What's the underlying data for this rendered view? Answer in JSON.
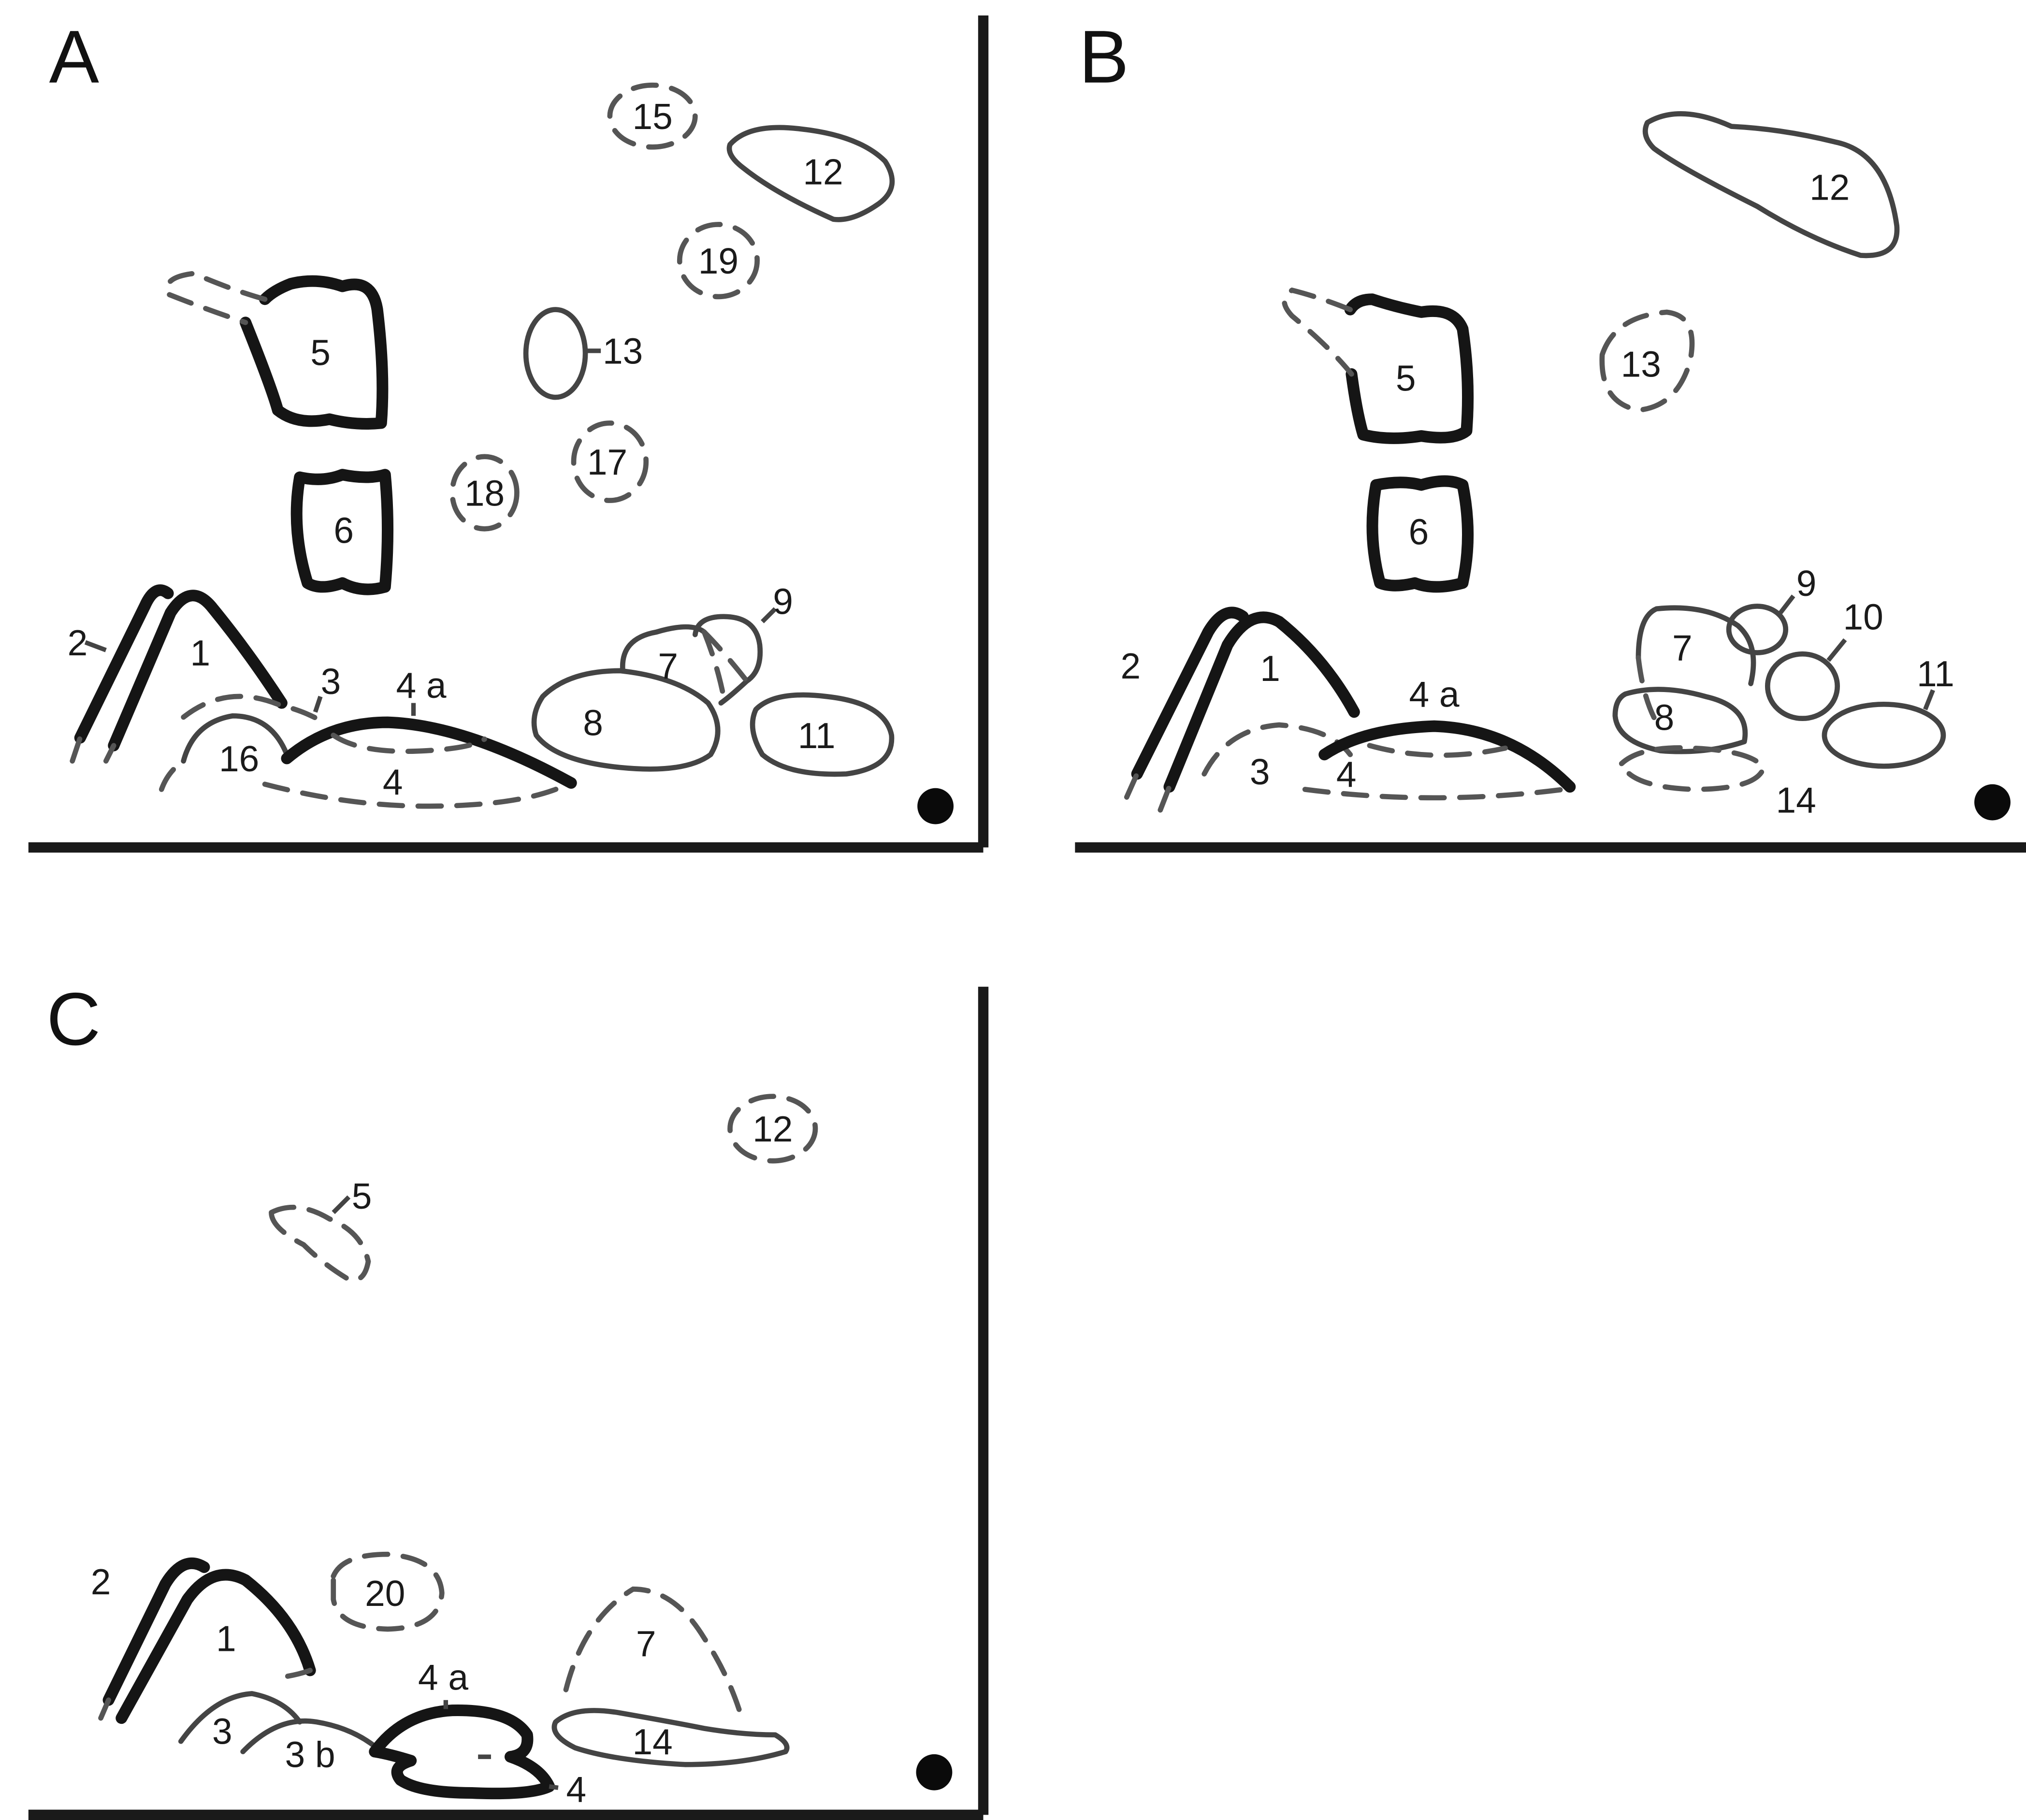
{
  "panels": [
    {
      "letter": "A",
      "labels": {
        "l1": "1",
        "l2": "2",
        "l3": "3",
        "l4": "4",
        "l4a": "4 a",
        "l5": "5",
        "l6": "6",
        "l7": "7",
        "l8": "8",
        "l9": "9",
        "l11": "11",
        "l12": "12",
        "l13": "13",
        "l15": "15",
        "l16": "16",
        "l17": "17",
        "l18": "18",
        "l19": "19"
      }
    },
    {
      "letter": "B",
      "labels": {
        "l1": "1",
        "l2": "2",
        "l3": "3",
        "l4": "4",
        "l4a": "4 a",
        "l5": "5",
        "l6": "6",
        "l7": "7",
        "l8": "8",
        "l9": "9",
        "l10": "10",
        "l11": "11",
        "l12": "12",
        "l13": "13",
        "l14": "14"
      }
    },
    {
      "letter": "C",
      "labels": {
        "l1": "1",
        "l2": "2",
        "l3": "3",
        "l3b": "3 b",
        "l4": "4",
        "l4a": "4 a",
        "l5": "5",
        "l7": "7",
        "l12": "12",
        "l14": "14",
        "l20": "20"
      }
    }
  ],
  "colors": {
    "ink": "#151515",
    "background": "#ffffff"
  }
}
